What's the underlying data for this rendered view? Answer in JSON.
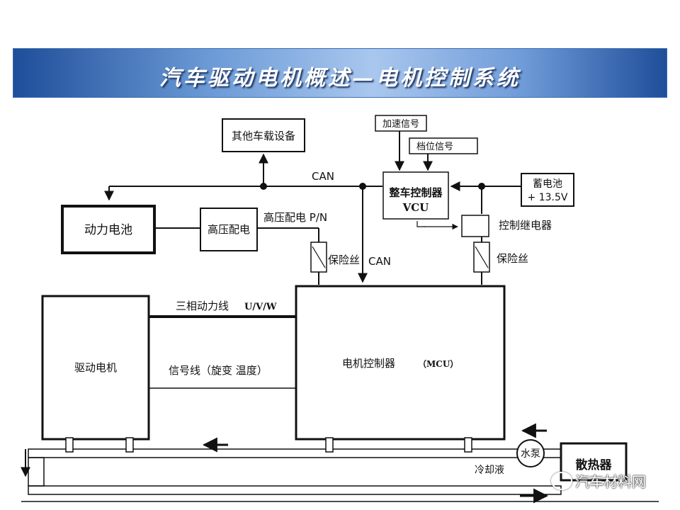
{
  "title": "汽车驱动电机概述—电机控制系统",
  "blocks": {
    "other_devices": "其他车载设备",
    "accel_signal": "加速信号",
    "gear_signal": "档位信号",
    "vcu_line1": "整车控制器",
    "vcu_line2": "VCU",
    "aux_battery_line1": "蓄电池",
    "aux_battery_line2": "+ 13.5V",
    "power_battery": "动力电池",
    "hv_distribution": "高压配电",
    "control_relay": "控制继电器",
    "drive_motor": "驱动电机",
    "motor_controller": "电机控制器",
    "mcu": "（MCU）",
    "radiator": "散热器",
    "water_pump": "水泵"
  },
  "labels": {
    "can_top": "CAN",
    "hv_pn": "高压配电 P/N",
    "fuse_left": "保险丝",
    "can_mid": "CAN",
    "fuse_right": "保险丝",
    "three_phase": "三相动力线",
    "uvw": "U/V/W",
    "signal_line": "信号线（旋变 温度）",
    "coolant": "冷却液"
  },
  "watermark": "汽车材料网"
}
